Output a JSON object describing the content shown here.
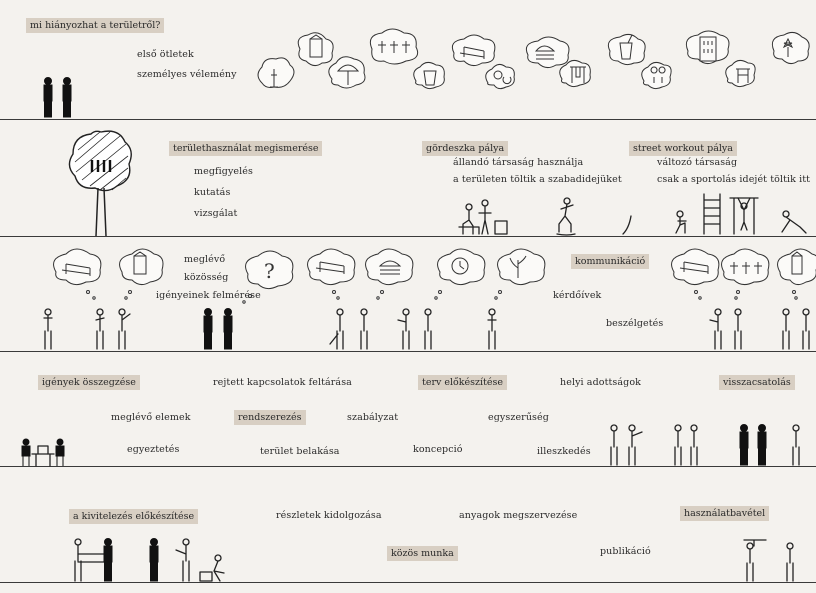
{
  "rows": [
    {
      "highlights": [
        {
          "id": "h1",
          "text": "mi hiányozhat a területről?"
        }
      ],
      "texts": [
        {
          "id": "t1",
          "text": "első ötletek"
        },
        {
          "id": "t2",
          "text": "személyes vélemény"
        }
      ]
    },
    {
      "highlights": [
        {
          "id": "h2",
          "text": "területhasználat megismerése"
        },
        {
          "id": "h3",
          "text": "gördeszka pálya"
        },
        {
          "id": "h4",
          "text": "street workout pálya"
        }
      ],
      "texts": [
        {
          "id": "t3",
          "text": "megfigyelés"
        },
        {
          "id": "t4",
          "text": "kutatás"
        },
        {
          "id": "t5",
          "text": "vizsgálat"
        },
        {
          "id": "t6",
          "text": "állandó társaság használja"
        },
        {
          "id": "t7",
          "text": "a területen töltik a szabadidejüket"
        },
        {
          "id": "t8",
          "text": "változó társaság"
        },
        {
          "id": "t9",
          "text": "csak a sportolás idejét töltik itt"
        }
      ]
    },
    {
      "highlights": [
        {
          "id": "h5",
          "text": "kommunikáció"
        }
      ],
      "texts": [
        {
          "id": "t10",
          "text": "meglévő"
        },
        {
          "id": "t11",
          "text": "közösség"
        },
        {
          "id": "t12",
          "text": "igényeinek felmérése"
        },
        {
          "id": "t13",
          "text": "kérdőívek"
        },
        {
          "id": "t14",
          "text": "beszélgetés"
        }
      ]
    },
    {
      "highlights": [
        {
          "id": "h6",
          "text": "igények összegzése"
        },
        {
          "id": "h7",
          "text": "terv előkészítése"
        },
        {
          "id": "h8",
          "text": "visszacsatolás"
        },
        {
          "id": "h9",
          "text": "rendszerezés"
        }
      ],
      "texts": [
        {
          "id": "t15",
          "text": "rejtett kapcsolatok feltárása"
        },
        {
          "id": "t16",
          "text": "helyi adottságok"
        },
        {
          "id": "t17",
          "text": "meglévő elemek"
        },
        {
          "id": "t18",
          "text": "szabályzat"
        },
        {
          "id": "t19",
          "text": "egyszerűség"
        },
        {
          "id": "t20",
          "text": "egyeztetés"
        },
        {
          "id": "t21",
          "text": "terület belakása"
        },
        {
          "id": "t22",
          "text": "koncepció"
        },
        {
          "id": "t23",
          "text": "illeszkedés"
        }
      ]
    },
    {
      "highlights": [
        {
          "id": "h10",
          "text": "a kivitelezés előkészítése"
        },
        {
          "id": "h11",
          "text": "használatbavétel"
        },
        {
          "id": "h12",
          "text": "közös munka"
        }
      ],
      "texts": [
        {
          "id": "t24",
          "text": "részletek kidolgozása"
        },
        {
          "id": "t25",
          "text": "anyagok megszervezése"
        },
        {
          "id": "t26",
          "text": "publikáció"
        }
      ]
    }
  ],
  "icons": {
    "clouds_row1": [
      "monument-icon",
      "toilet-cabin-icon",
      "parasol-icon",
      "people-group-icon",
      "trash-bin-icon",
      "bench-icon",
      "sunglasses-icon",
      "hamburger-icon",
      "swing-icon",
      "drink-cup-icon",
      "ice-cream-icon",
      "building-icon",
      "playground-icon",
      "flower-icon"
    ],
    "clouds_row3": [
      "bench-icon",
      "toilet-cabin-icon",
      "question-mark-icon",
      "bench-icon",
      "hamburger-icon",
      "clock-icon",
      "plant-icon",
      "bench-icon",
      "people-group-icon",
      "toilet-cabin-icon"
    ]
  }
}
